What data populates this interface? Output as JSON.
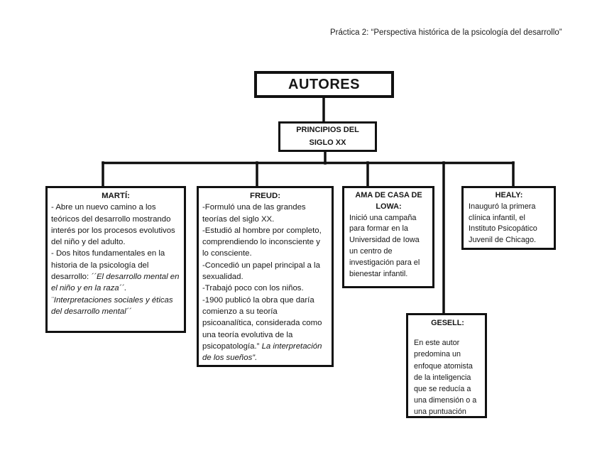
{
  "page": {
    "background_color": "#ffffff",
    "ink_color": "#161616"
  },
  "header": {
    "title": "Práctica 2: “Perspectiva histórica de la psicología del desarrollo”"
  },
  "root_nodes": {
    "autores": "AUTORES",
    "principios": "PRINCIPIOS DEL SIGLO XX"
  },
  "author_boxes": [
    {
      "id": "marti",
      "title": "MARTÍ:",
      "paragraphs": [
        [
          {
            "t": "- Abre un nuevo camino a los teóricos del desarrollo mostrando interés por los procesos evolutivos del niño y del adulto."
          }
        ],
        [
          {
            "t": "- Dos hitos fundamentales en la historia de la psicología del desarrollo: "
          },
          {
            "t": "´´El desarrollo mental en el niño y en la raza´´. ¨Interpretaciones sociales y éticas del desarrollo mental´´",
            "i": true
          }
        ]
      ]
    },
    {
      "id": "freud",
      "title": "FREUD:",
      "paragraphs": [
        [
          {
            "t": "-Formuló una de las grandes teorías del siglo XX."
          }
        ],
        [
          {
            "t": "-Estudió al hombre por completo, comprendiendo lo inconsciente y lo consciente."
          }
        ],
        [
          {
            "t": "-Concedió un papel principal a la sexualidad."
          }
        ],
        [
          {
            "t": "-Trabajó poco con los niños."
          }
        ],
        [
          {
            "t": "-1900 publicó la obra que daría comienzo a su teoría psicoanalítica, considerada como una teoría evolutiva de la psicopatología.” "
          },
          {
            "t": "La interpretación de los sueños”.",
            "i": true
          }
        ]
      ]
    },
    {
      "id": "ama",
      "title": "AMA DE CASA DE LOWA:",
      "paragraphs": [
        [
          {
            "t": "Inició una campaña para formar en la Universidad de Iowa un centro de investigación para el bienestar infantil."
          }
        ]
      ]
    },
    {
      "id": "healy",
      "title": "HEALY:",
      "paragraphs": [
        [
          {
            "t": "Inauguró la primera clínica infantil, el Instituto Psicopático Juvenil de Chicago."
          }
        ]
      ]
    },
    {
      "id": "gesell",
      "title": "GESELL:",
      "paragraphs": [
        [
          {
            "t": "En este autor predomina un enfoque atomista de la inteligencia que se reducía a una dimensión o a una puntuación"
          }
        ]
      ]
    }
  ]
}
